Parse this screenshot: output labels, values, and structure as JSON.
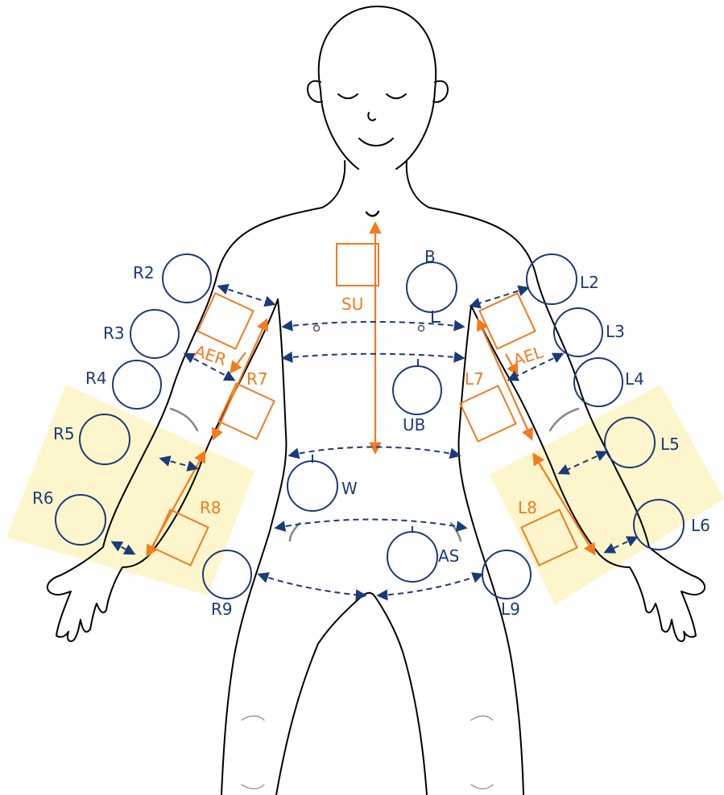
{
  "colors": {
    "blue": "#1b3a78",
    "orange": "#f47a1f",
    "zone": "#fdf6cc",
    "outline": "#000000"
  },
  "labels": {
    "R2": "R2",
    "R3": "R3",
    "R4": "R4",
    "R5": "R5",
    "R6": "R6",
    "R7": "R7",
    "R8": "R8",
    "R9": "R9",
    "L2": "L2",
    "L3": "L3",
    "L4": "L4",
    "L5": "L5",
    "L6": "L6",
    "L7": "L7",
    "L8": "L8",
    "L9": "L9",
    "AER": "AER",
    "AEL": "AEL",
    "SU": "SU",
    "B": "B",
    "UB": "UB",
    "W": "W",
    "AS": "AS"
  }
}
